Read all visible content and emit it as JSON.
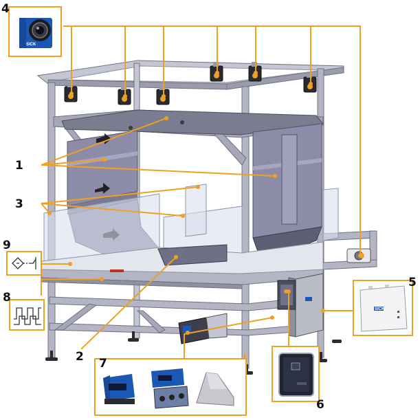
{
  "labels": {
    "camera": "4",
    "panels": "1",
    "curtains": "3",
    "proximity_sensor": "9",
    "encoder": "8",
    "hopper": "2",
    "scanner_devices": "7",
    "controller": "5",
    "display_unit": "6"
  },
  "brand": "SICK",
  "colors": {
    "leader": "#f0a020",
    "frame": "#b3b5c4",
    "frame_dark": "#6f7181",
    "panel": "#8c8ca8",
    "sick_blue": "#1b57b4"
  }
}
